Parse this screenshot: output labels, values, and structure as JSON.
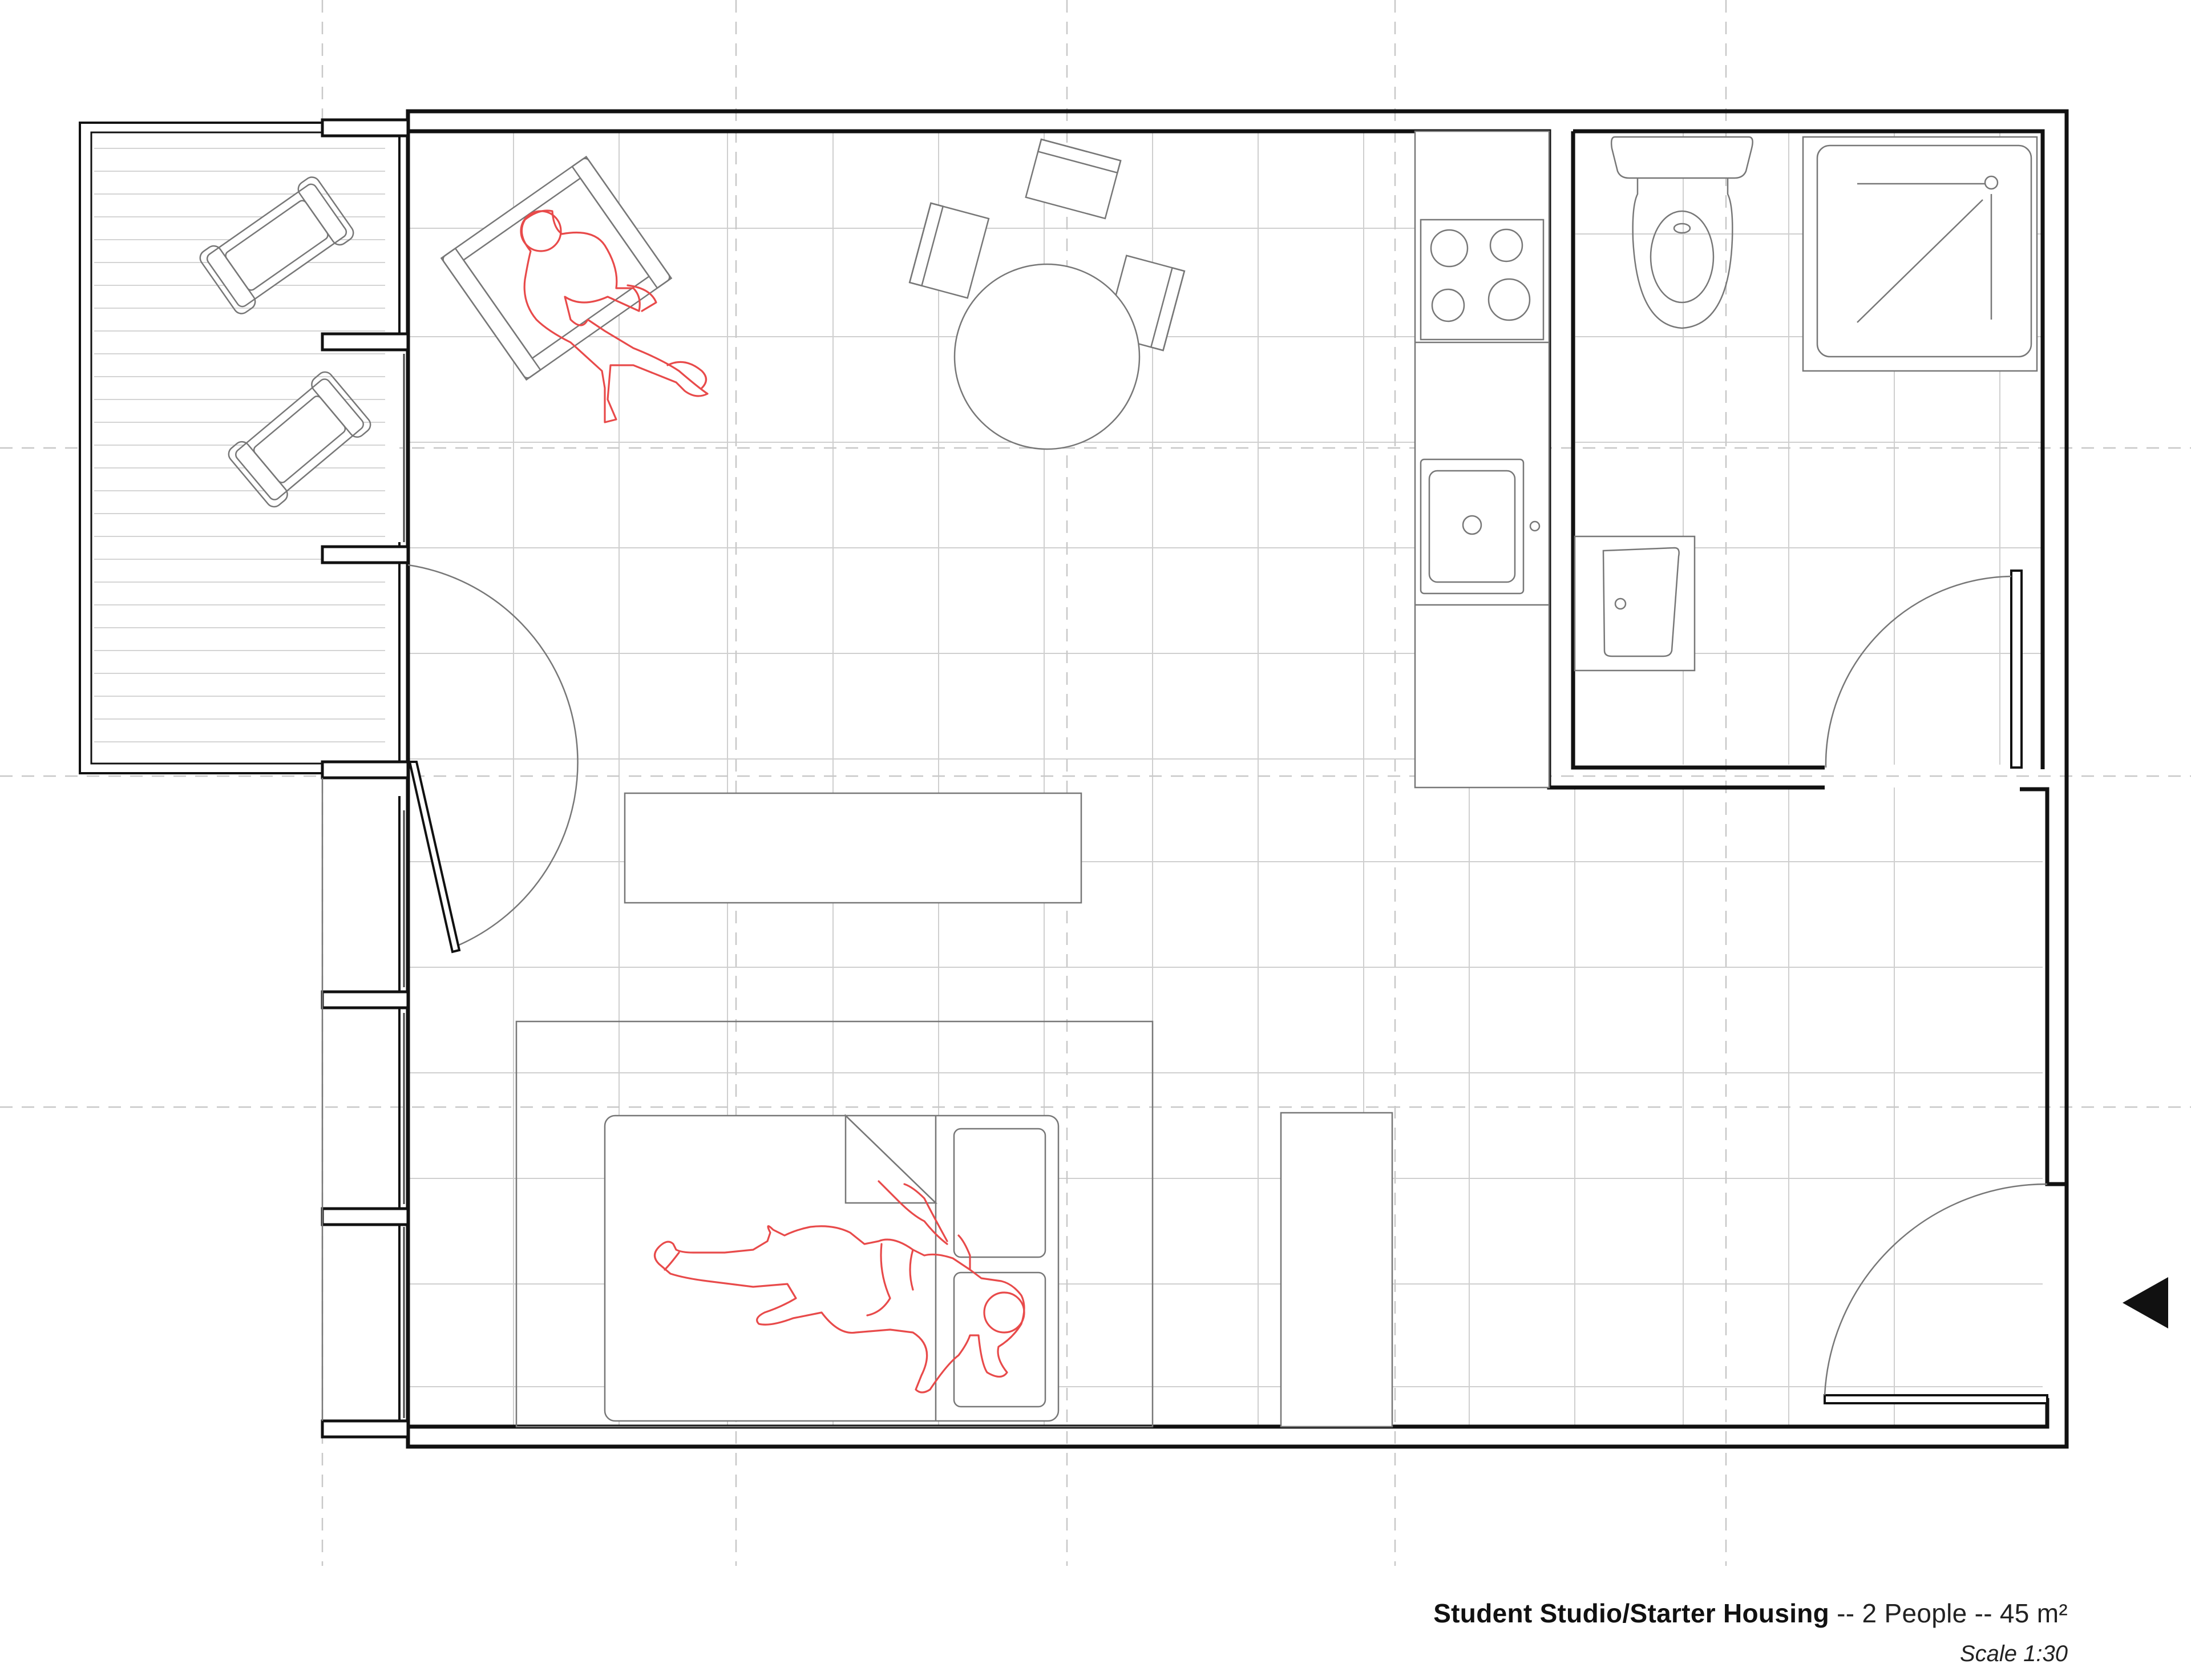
{
  "caption": {
    "title": "Student Studio/Starter Housing",
    "separator_1": " -- ",
    "occupancy": "2 People",
    "separator_2": " -- ",
    "area": "45 m²",
    "scale": "Scale 1:30"
  },
  "colors": {
    "wall": "#111111",
    "furniture": "#777777",
    "grid": "#cfcfcf",
    "figures": "#e84a4a",
    "background": "#ffffff"
  },
  "icons": {
    "entrance_marker": "triangle-left-icon"
  }
}
